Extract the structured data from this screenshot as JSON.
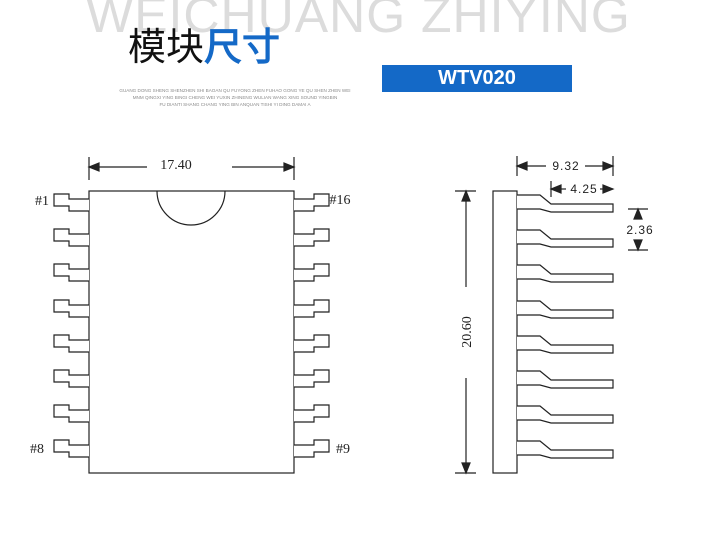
{
  "header": {
    "watermark": "WEICHUANG ZHIYING",
    "title_part1": "模块",
    "title_part2": "尺寸",
    "subtext_lines": [
      "GUANG DONG SHENG SHENZHEN SHI BAOAN QU FUYONG ZHEN FUHAO GONG YE QU SHEN ZHEN WEI",
      "MNM QINGXI YING BINGI CHENG WEI YUXIN ZHINENG WULIAN WANG XING SOUND YINGBIN",
      "FU DIANTI SHANG CHANG YING BIN ANQUAN TISHI YI DING DAMAI A"
    ],
    "model": "WTV020"
  },
  "diagram": {
    "width_label": "17.40",
    "height_label": "20.60",
    "side_total_label": "9.32",
    "side_pin_label": "4.25",
    "pitch_label": "2.36",
    "pin_first_left": "#1",
    "pin_last_left": "#8",
    "pin_first_right": "#16",
    "pin_last_right": "#9"
  },
  "colors": {
    "accent": "#1469c7",
    "line": "#222222",
    "watermark": "#dcdcdc"
  }
}
